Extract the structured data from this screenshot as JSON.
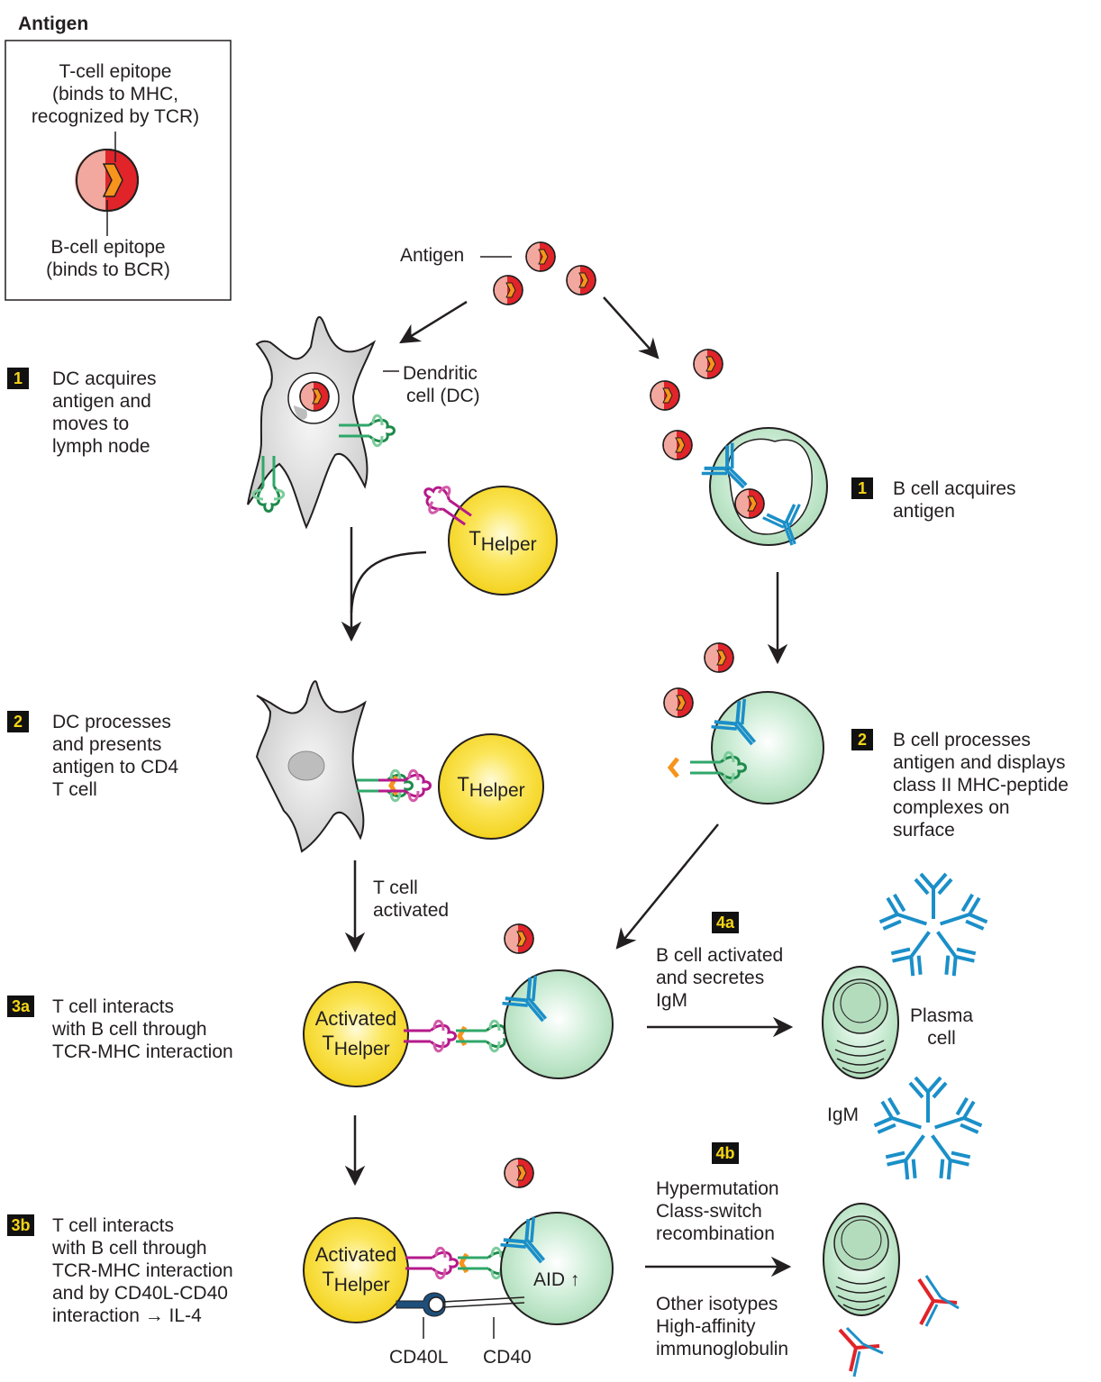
{
  "inset": {
    "title": "Antigen",
    "t_epitope": [
      "T-cell epitope",
      "(binds to MHC,",
      "recognized by TCR)"
    ],
    "b_epitope": [
      "B-cell epitope",
      "(binds to BCR)"
    ]
  },
  "labels": {
    "antigen": "Antigen",
    "dc": [
      "Dendritic",
      "cell (DC)"
    ],
    "t_cell_activated": [
      "T cell",
      "activated"
    ],
    "plasma_cell": [
      "Plasma",
      "cell"
    ],
    "igm": "IgM",
    "aid": "AID",
    "aid_arrow": "↑",
    "cd40l": "CD40L",
    "cd40": "CD40"
  },
  "cells": {
    "t_main": "T",
    "t_sub": "Helper",
    "activated": "Activated"
  },
  "steps": {
    "dc1": {
      "badge": "1",
      "lines": [
        "DC acquires",
        "antigen and",
        "moves to",
        "lymph node"
      ]
    },
    "dc2": {
      "badge": "2",
      "lines": [
        "DC processes",
        "and presents",
        "antigen to CD4",
        "T cell"
      ]
    },
    "b1": {
      "badge": "1",
      "lines": [
        "B cell acquires",
        "antigen"
      ]
    },
    "b2": {
      "badge": "2",
      "lines": [
        "B cell processes",
        "antigen and displays",
        "class II MHC-peptide",
        "complexes on",
        "surface"
      ]
    },
    "s3a": {
      "badge": "3a",
      "lines": [
        "T cell interacts",
        "with B cell through",
        "TCR-MHC interaction"
      ]
    },
    "s3b": {
      "badge": "3b",
      "lines": [
        "T cell interacts",
        "with B cell through",
        "TCR-MHC interaction",
        "and by CD40L-CD40",
        "interaction → IL-4"
      ]
    },
    "s4a": {
      "badge": "4a",
      "lines": [
        "B cell activated",
        "and secretes",
        "IgM"
      ]
    },
    "s4b": {
      "badge": "4b",
      "lines": [
        "Hypermutation",
        "Class-switch",
        "recombination"
      ],
      "lines2": [
        "Other isotypes",
        "High-affinity",
        "immunoglobulin"
      ]
    }
  },
  "colors": {
    "antigen_red": "#e0242a",
    "antigen_pink": "#f2a89e",
    "epitope_orange": "#f7941d",
    "t_cell_yellow": "#f7dc15",
    "b_cell_green": "#bfe4c8",
    "bcr_blue": "#1b8fc8",
    "mhc_green": "#1f8a4c",
    "tcr_magenta": "#b5198a",
    "dc_gray": "#d4d4d4",
    "badge_bg": "#111111",
    "badge_text": "#f5d415",
    "other_isotype_red": "#e0242a"
  }
}
